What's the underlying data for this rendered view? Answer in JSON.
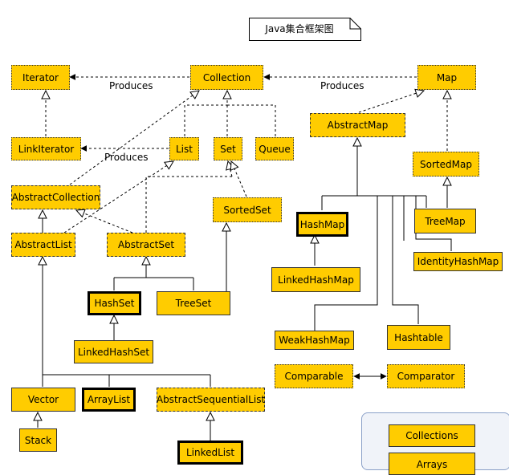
{
  "title": "Java集合框架图",
  "labels": {
    "produces_1": "Produces",
    "produces_2": "Produces",
    "produces_3": "Produces"
  },
  "nodes": {
    "iterator": "Iterator",
    "collection": "Collection",
    "map": "Map",
    "linkiterator": "LinkIterator",
    "list": "List",
    "set": "Set",
    "queue": "Queue",
    "abstractmap": "AbstractMap",
    "sortedmap": "SortedMap",
    "abstractcollection": "AbstractCollection",
    "sortedset": "SortedSet",
    "hashmap": "HashMap",
    "treemap": "TreeMap",
    "abstractlist": "AbstractList",
    "abstractset": "AbstractSet",
    "identityhashmap": "IdentityHashMap",
    "linkedhashmap": "LinkedHashMap",
    "hashset": "HashSet",
    "treeset": "TreeSet",
    "weakhashmap": "WeakHashMap",
    "hashtable": "Hashtable",
    "linkedhashset": "LinkedHashSet",
    "comparable": "Comparable",
    "comparator": "Comparator",
    "vector": "Vector",
    "arraylist": "ArrayList",
    "abstractsequentiallist": "AbstractSequentialList",
    "stack": "Stack",
    "linkedlist": "LinkedList",
    "collections": "Collections",
    "arrays": "Arrays"
  },
  "colors": {
    "box_fill": "#ffcc00",
    "line": "#000000"
  }
}
